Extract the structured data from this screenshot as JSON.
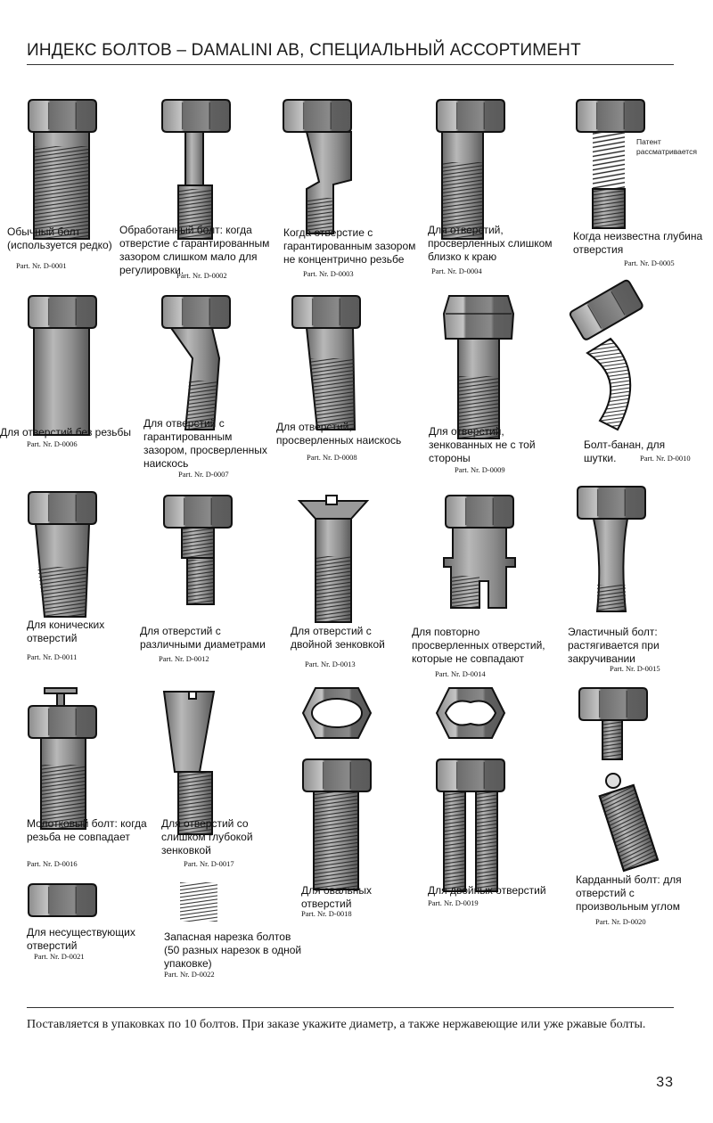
{
  "title": "ИНДЕКС БОЛТОВ – DAMALINI AB, СПЕЦИАЛЬНЫЙ АССОРТИМЕНТ",
  "items": [
    {
      "caption": "Обычный болт\n(используется редко)",
      "part": "Part. Nr. D-0001"
    },
    {
      "caption": "Обработанный болт: когда\nотверстие с гарантированным\nзазором слишком мало для\nрегулировки.",
      "part": "Part. Nr. D-0002"
    },
    {
      "caption": "Когда отверстие с\nгарантированным зазором\nне концентрично резьбе",
      "part": "Part. Nr. D-0003"
    },
    {
      "caption": "Для отверстий,\nпросверленных слишком\nблизко к краю",
      "part": "Part. Nr. D-0004"
    },
    {
      "caption": "Когда неизвестна глубина\nотверстия",
      "part": "Part. Nr. D-0005",
      "note": "Патент\nрассматривается"
    },
    {
      "caption": "Для отверстий без резьбы",
      "part": "Part. Nr. D-0006"
    },
    {
      "caption": "Для отверстий с\nгарантированным\nзазором, просверленных\nнаискось",
      "part": "Part. Nr. D-0007"
    },
    {
      "caption": "Для отверстий,\nпросверленных наискось",
      "part": "Part. Nr. D-0008"
    },
    {
      "caption": "Для отверстий,\nзенкованных не с той\nстороны",
      "part": "Part. Nr. D-0009"
    },
    {
      "caption": "Болт-банан, для\nшутки.",
      "part": "Part. Nr. D-0010"
    },
    {
      "caption": "Для конических\nотверстий",
      "part": "Part. Nr. D-0011"
    },
    {
      "caption": "Для отверстий с\nразличными диаметрами",
      "part": "Part. Nr. D-0012"
    },
    {
      "caption": "Для отверстий с\nдвойной зенковкой",
      "part": "Part. Nr. D-0013"
    },
    {
      "caption": "Для повторно\nпросверленных отверстий,\nкоторые не совпадают",
      "part": "Part. Nr. D-0014"
    },
    {
      "caption": "Эластичный болт:\nрастягивается при\nзакручивании",
      "part": "Part. Nr. D-0015"
    },
    {
      "caption": "Молотковый болт: когда\nрезьба не совпадает",
      "part": "Part. Nr. D-0016"
    },
    {
      "caption": "Для отверстий со\nслишком глубокой\nзенковкой",
      "part": "Part. Nr. D-0017"
    },
    {
      "caption": "Для овальных\nотверстий",
      "part": "Part. Nr. D-0018"
    },
    {
      "caption": "Для двойных отверстий",
      "part": "Part. Nr. D-0019"
    },
    {
      "caption": "Карданный болт: для\nотверстий с\nпроизвольным углом",
      "part": "Part. Nr. D-0020"
    },
    {
      "caption": "Для несуществующих\nотверстий",
      "part": "Part. Nr. D-0021"
    },
    {
      "caption": "Запасная нарезка болтов\n(50 разных нарезок в одной\nупаковке)",
      "part": "Part. Nr. D-0022"
    }
  ],
  "footer": "Поставляется в упаковках по 10 болтов. При заказе укажите диаметр, а также нержавеющие или уже ржавые болты.",
  "page_number": "33"
}
